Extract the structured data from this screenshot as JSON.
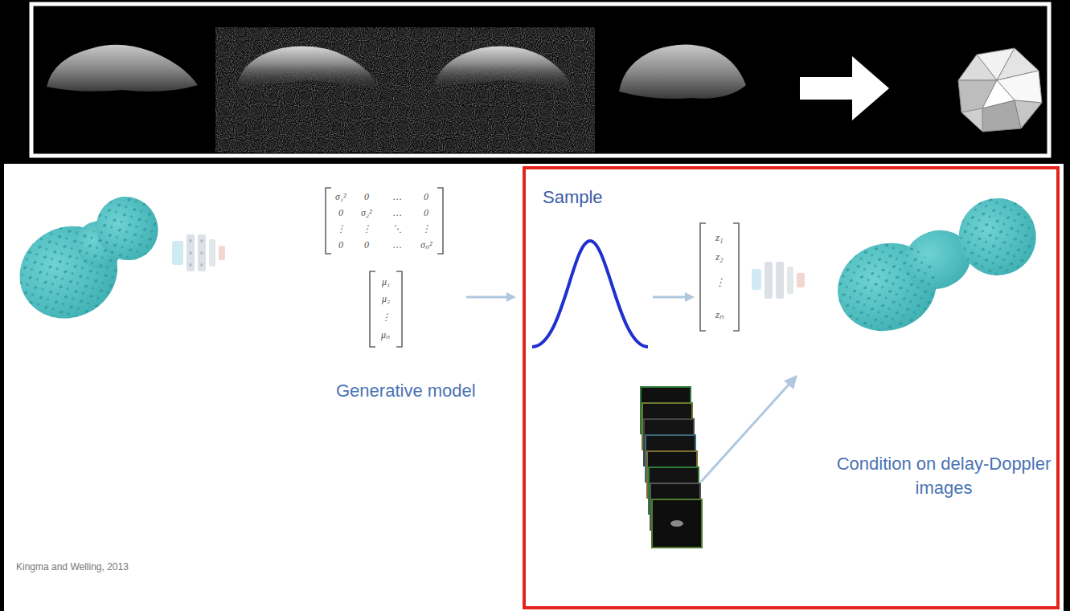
{
  "diagram": {
    "nodes": [
      {
        "text": [
          "Condition on delay-Doppler images"
        ]
      }
    ],
    "labels": [
      "σ₁²",
      "0",
      "…",
      "0",
      "0",
      "σ₂²",
      "…",
      "0",
      "⋮",
      "⋮",
      "⋱",
      "⋮",
      "0",
      "0",
      "…",
      "σₙ²",
      "μ₁",
      "μ₂",
      "⋮",
      "μₙ",
      "Sample",
      "z₁",
      "z₂",
      "⋮",
      "zₙ",
      "Generative model",
      "Kingma and Welling, 2013"
    ]
  }
}
